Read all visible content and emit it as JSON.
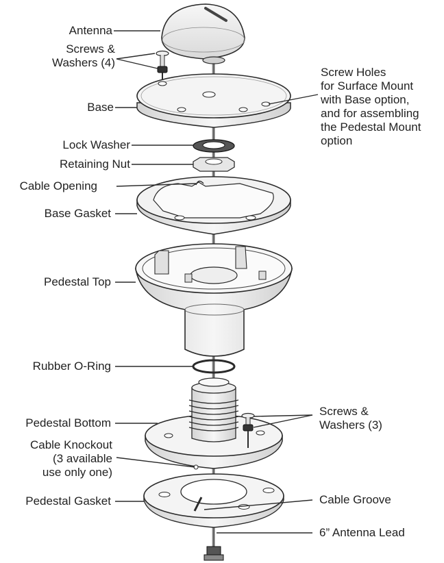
{
  "labels": {
    "antenna": "Antenna",
    "screws_washers_4": "Screws &\nWashers (4)",
    "base": "Base",
    "screw_holes": "Screw Holes\nfor Surface Mount\nwith Base option,\nand for assembling\nthe Pedestal Mount\noption",
    "lock_washer": "Lock Washer",
    "retaining_nut": "Retaining Nut",
    "cable_opening": "Cable Opening",
    "base_gasket": "Base Gasket",
    "pedestal_top": "Pedestal Top",
    "rubber_o_ring": "Rubber O-Ring",
    "pedestal_bottom": "Pedestal Bottom",
    "screws_washers_3": "Screws &\nWashers (3)",
    "cable_knockout": "Cable Knockout\n(3 available\nuse only one)",
    "pedestal_gasket": "Pedestal Gasket",
    "cable_groove": "Cable Groove",
    "antenna_lead": "6” Antenna Lead"
  },
  "colors": {
    "stroke": "#2a2a2a",
    "part_fill": "#f2f2f2",
    "shadow_fill": "#d8d8d8",
    "dark_fill": "#444444",
    "text": "#222222"
  }
}
